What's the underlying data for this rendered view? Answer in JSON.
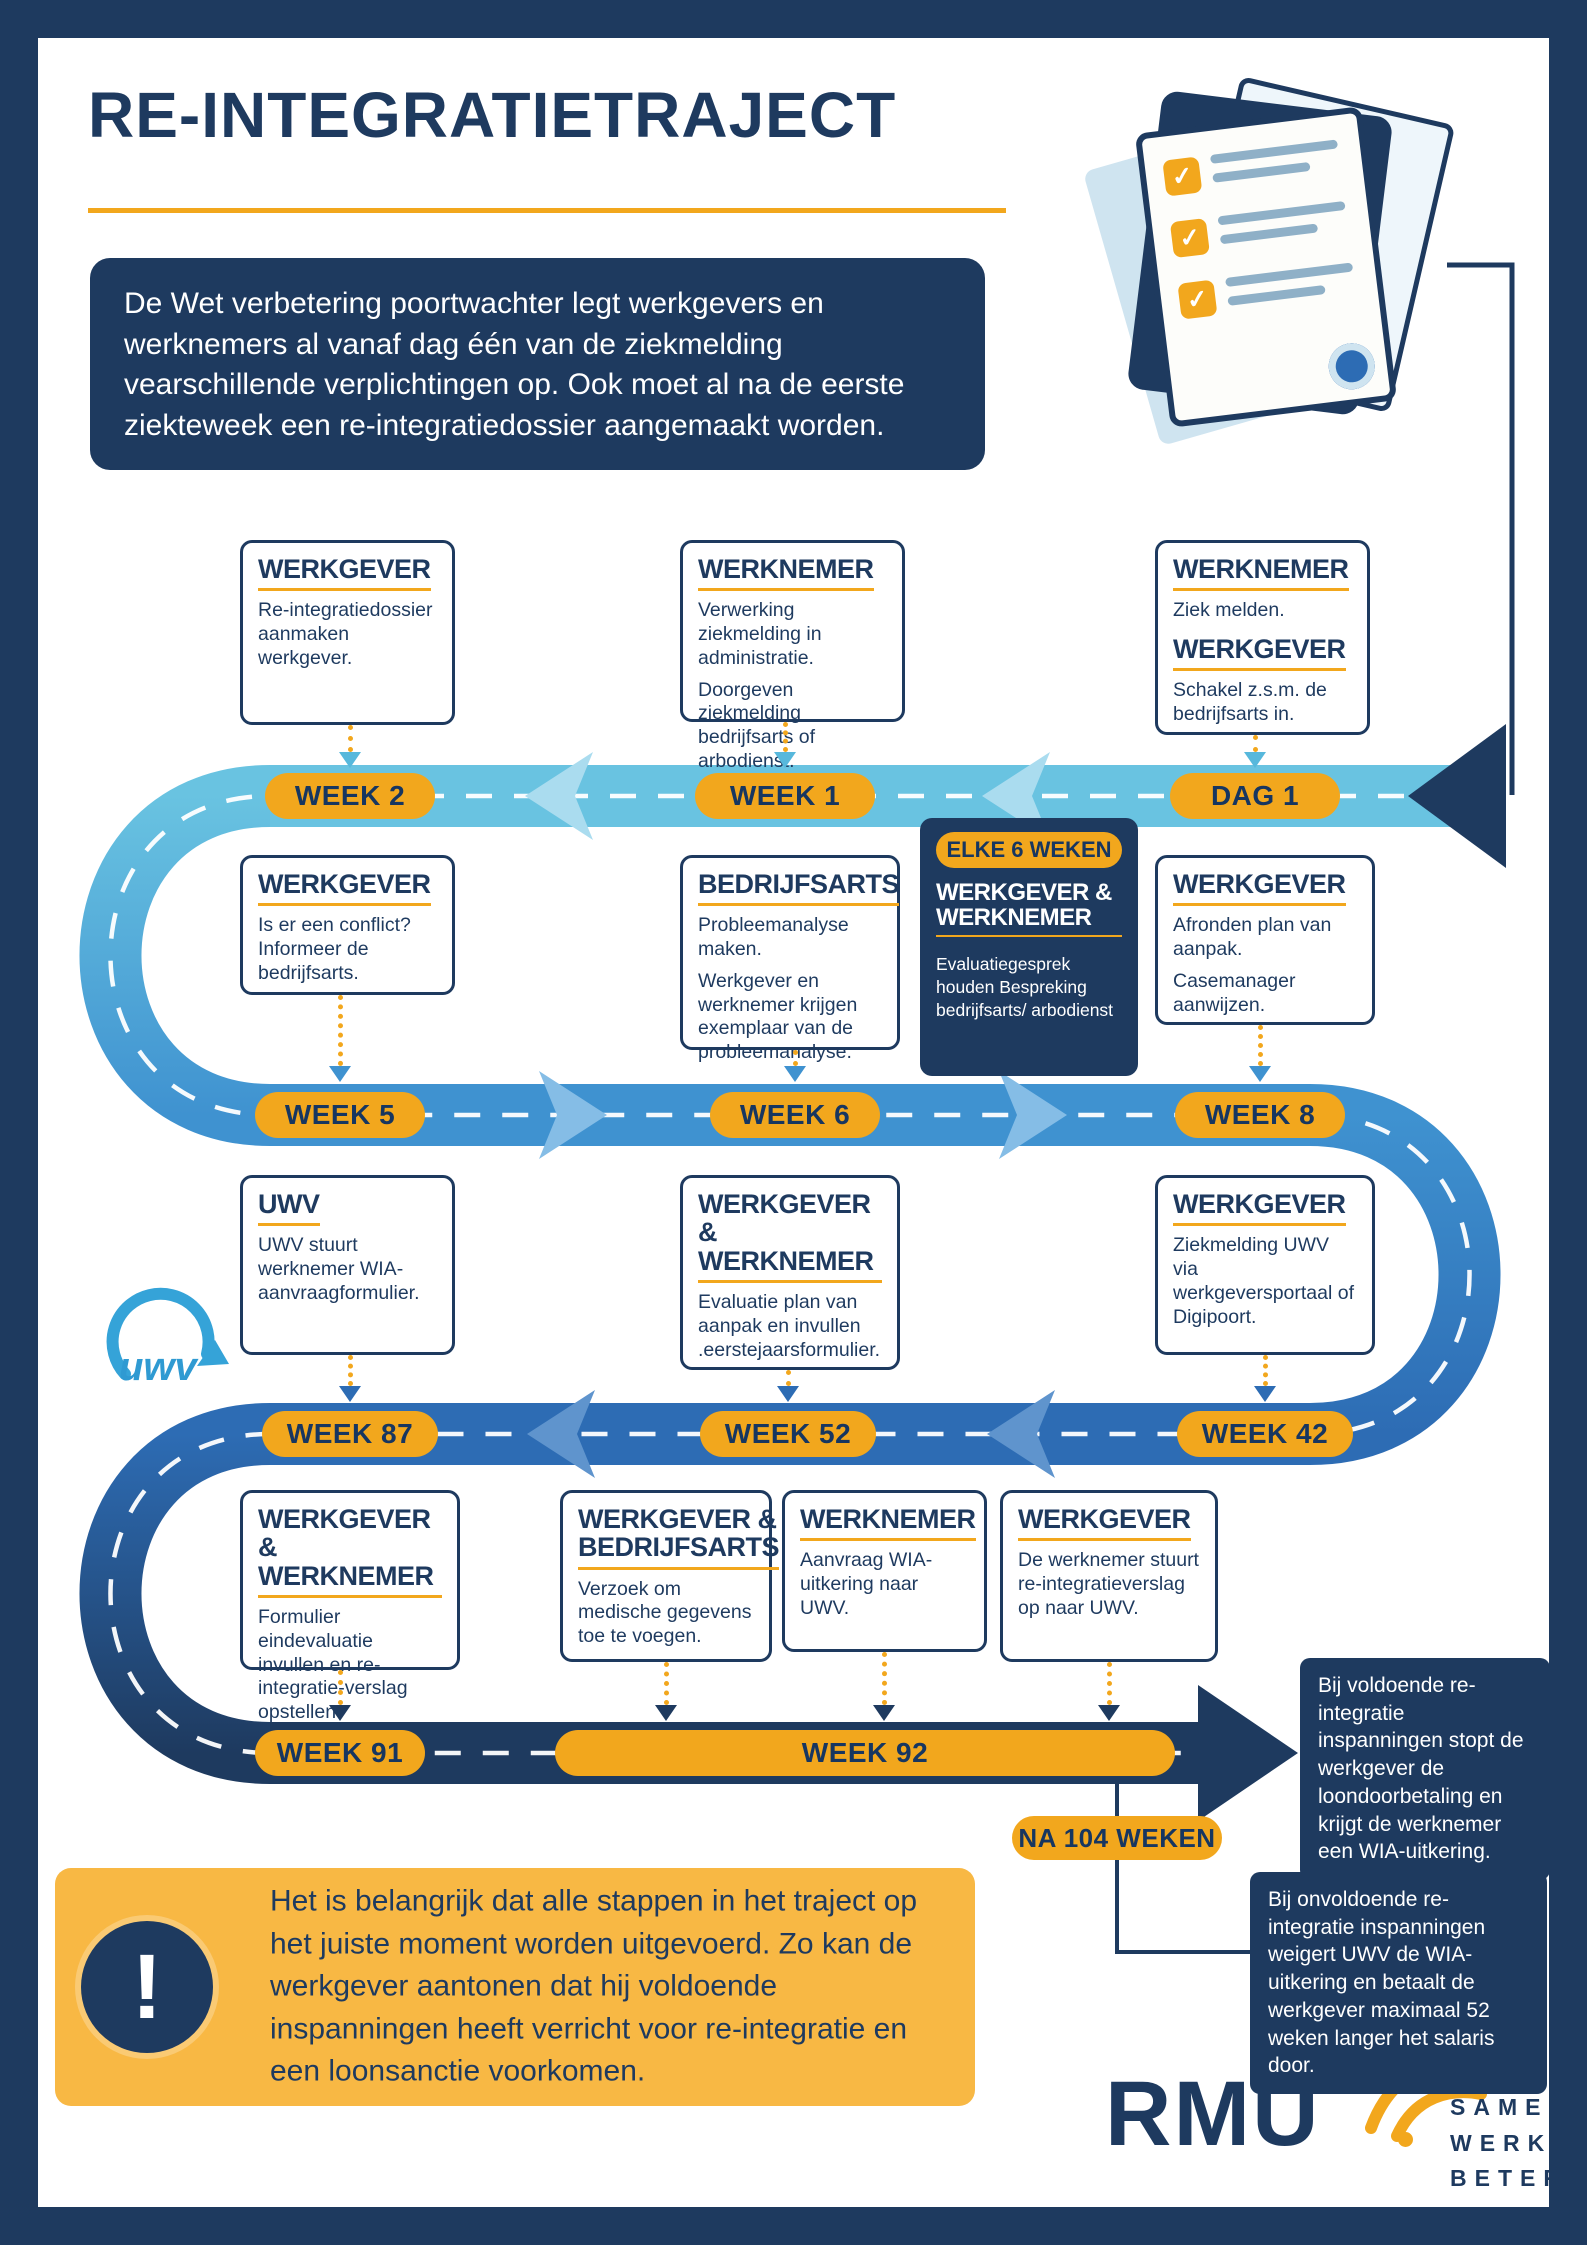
{
  "header": {
    "title": "RE-INTEGRATIETRAJECT",
    "intro": "De Wet verbetering poortwachter legt werkgevers en werknemers al vanaf dag één van de ziekmelding vearschillende verplichtingen op. Ook moet al na de eerste ziekteweek een re-integratiedossier aangemaakt worden."
  },
  "badges": {
    "week2": "WEEK 2",
    "week1": "WEEK 1",
    "dag1": "DAG 1",
    "week5": "WEEK 5",
    "week6": "WEEK 6",
    "week8": "WEEK 8",
    "week87": "WEEK 87",
    "week52": "WEEK 52",
    "week42": "WEEK 42",
    "week91": "WEEK 91",
    "week92": "WEEK 92",
    "na104": "NA 104 WEKEN"
  },
  "callouts": {
    "dossier": {
      "title": "WERKGEVER",
      "p1": "Re-integratiedossier aanmaken werkgever."
    },
    "verwerking": {
      "title": "WERKNEMER",
      "p1": "Verwerking ziekmelding in administratie.",
      "p2": "Doorgeven ziekmelding bedrijfsarts of arbodienst."
    },
    "ziekmelden": {
      "title": "WERKNEMER",
      "p1": "Ziek melden.",
      "title2": "WERKGEVER",
      "p2": "Schakel z.s.m. de bedrijfsarts in."
    },
    "conflict": {
      "title": "WERKGEVER",
      "p1": "Is er een conflict? Informeer de bedrijfsarts."
    },
    "probleemanalyse": {
      "title": "BEDRIJFSARTS",
      "p1": "Probleemanalyse maken.",
      "p2": "Werkgever en werknemer krijgen exemplaar van de probleemanalyse."
    },
    "elke6": {
      "badge": "ELKE 6 WEKEN",
      "title": "WERKGEVER & WERKNEMER",
      "p1": "Evaluatiegesprek houden Bespreking bedrijfsarts/ arbodienst"
    },
    "planvanaanpak": {
      "title": "WERKGEVER",
      "p1": "Afronden plan van aanpak.",
      "p2": "Casemanager aanwijzen."
    },
    "uwv": {
      "title": "UWV",
      "p1": "UWV stuurt werknemer WIA-aanvraagformulier."
    },
    "evaluatie": {
      "title": "WERKGEVER & WERKNEMER",
      "p1": "Evaluatie plan van aanpak en invullen .eerstejaarsformulier."
    },
    "ziekmelding_uwv": {
      "title": "WERKGEVER",
      "p1": "Ziekmelding UWV via werkgeversportaal of Digipoort."
    },
    "eindevaluatie": {
      "title": "WERKGEVER & WERKNEMER",
      "p1": "Formulier eindevaluatie invullen en re-integratie-verslag opstellen"
    },
    "medische_gegevens": {
      "title": "WERKGEVER & BEDRIJFSARTS",
      "p1": "Verzoek om medische gegevens toe te voegen."
    },
    "wia_aanvraag": {
      "title": "WERKNEMER",
      "p1": "Aanvraag WIA-uitkering naar UWV."
    },
    "verslag": {
      "title": "WERKGEVER",
      "p1": "De werknemer stuurt re-integratieverslag op naar UWV."
    }
  },
  "notes": {
    "voldoende": "Bij voldoende re-integratie inspanningen stopt de werkgever de loondoorbetaling en krijgt de werknemer een WIA-uitkering.",
    "onvoldoende": "Bij onvoldoende re-integratie inspanningen weigert UWV de WIA-uitkering en betaalt de werkgever maximaal 52 weken langer het salaris door."
  },
  "warning": {
    "text": "Het is belangrijk dat alle stappen in het traject op het juiste moment worden uitgevoerd. Zo kan de werkgever aantonen dat hij voldoende inspanningen heeft verricht voor re-integratie en een loonsanctie voorkomen."
  },
  "uwv_logo": {
    "text": "uwv"
  },
  "footer": {
    "logo": "RMU",
    "tagline1": "SAMEN",
    "tagline2": "WERKT",
    "tagline3": "BETER"
  },
  "colors": {
    "navy": "#1e3a5f",
    "yellow": "#f2a71d",
    "light_blue": "#69c3e1",
    "mid_blue": "#3f92d0",
    "blue": "#2d6cb4"
  }
}
